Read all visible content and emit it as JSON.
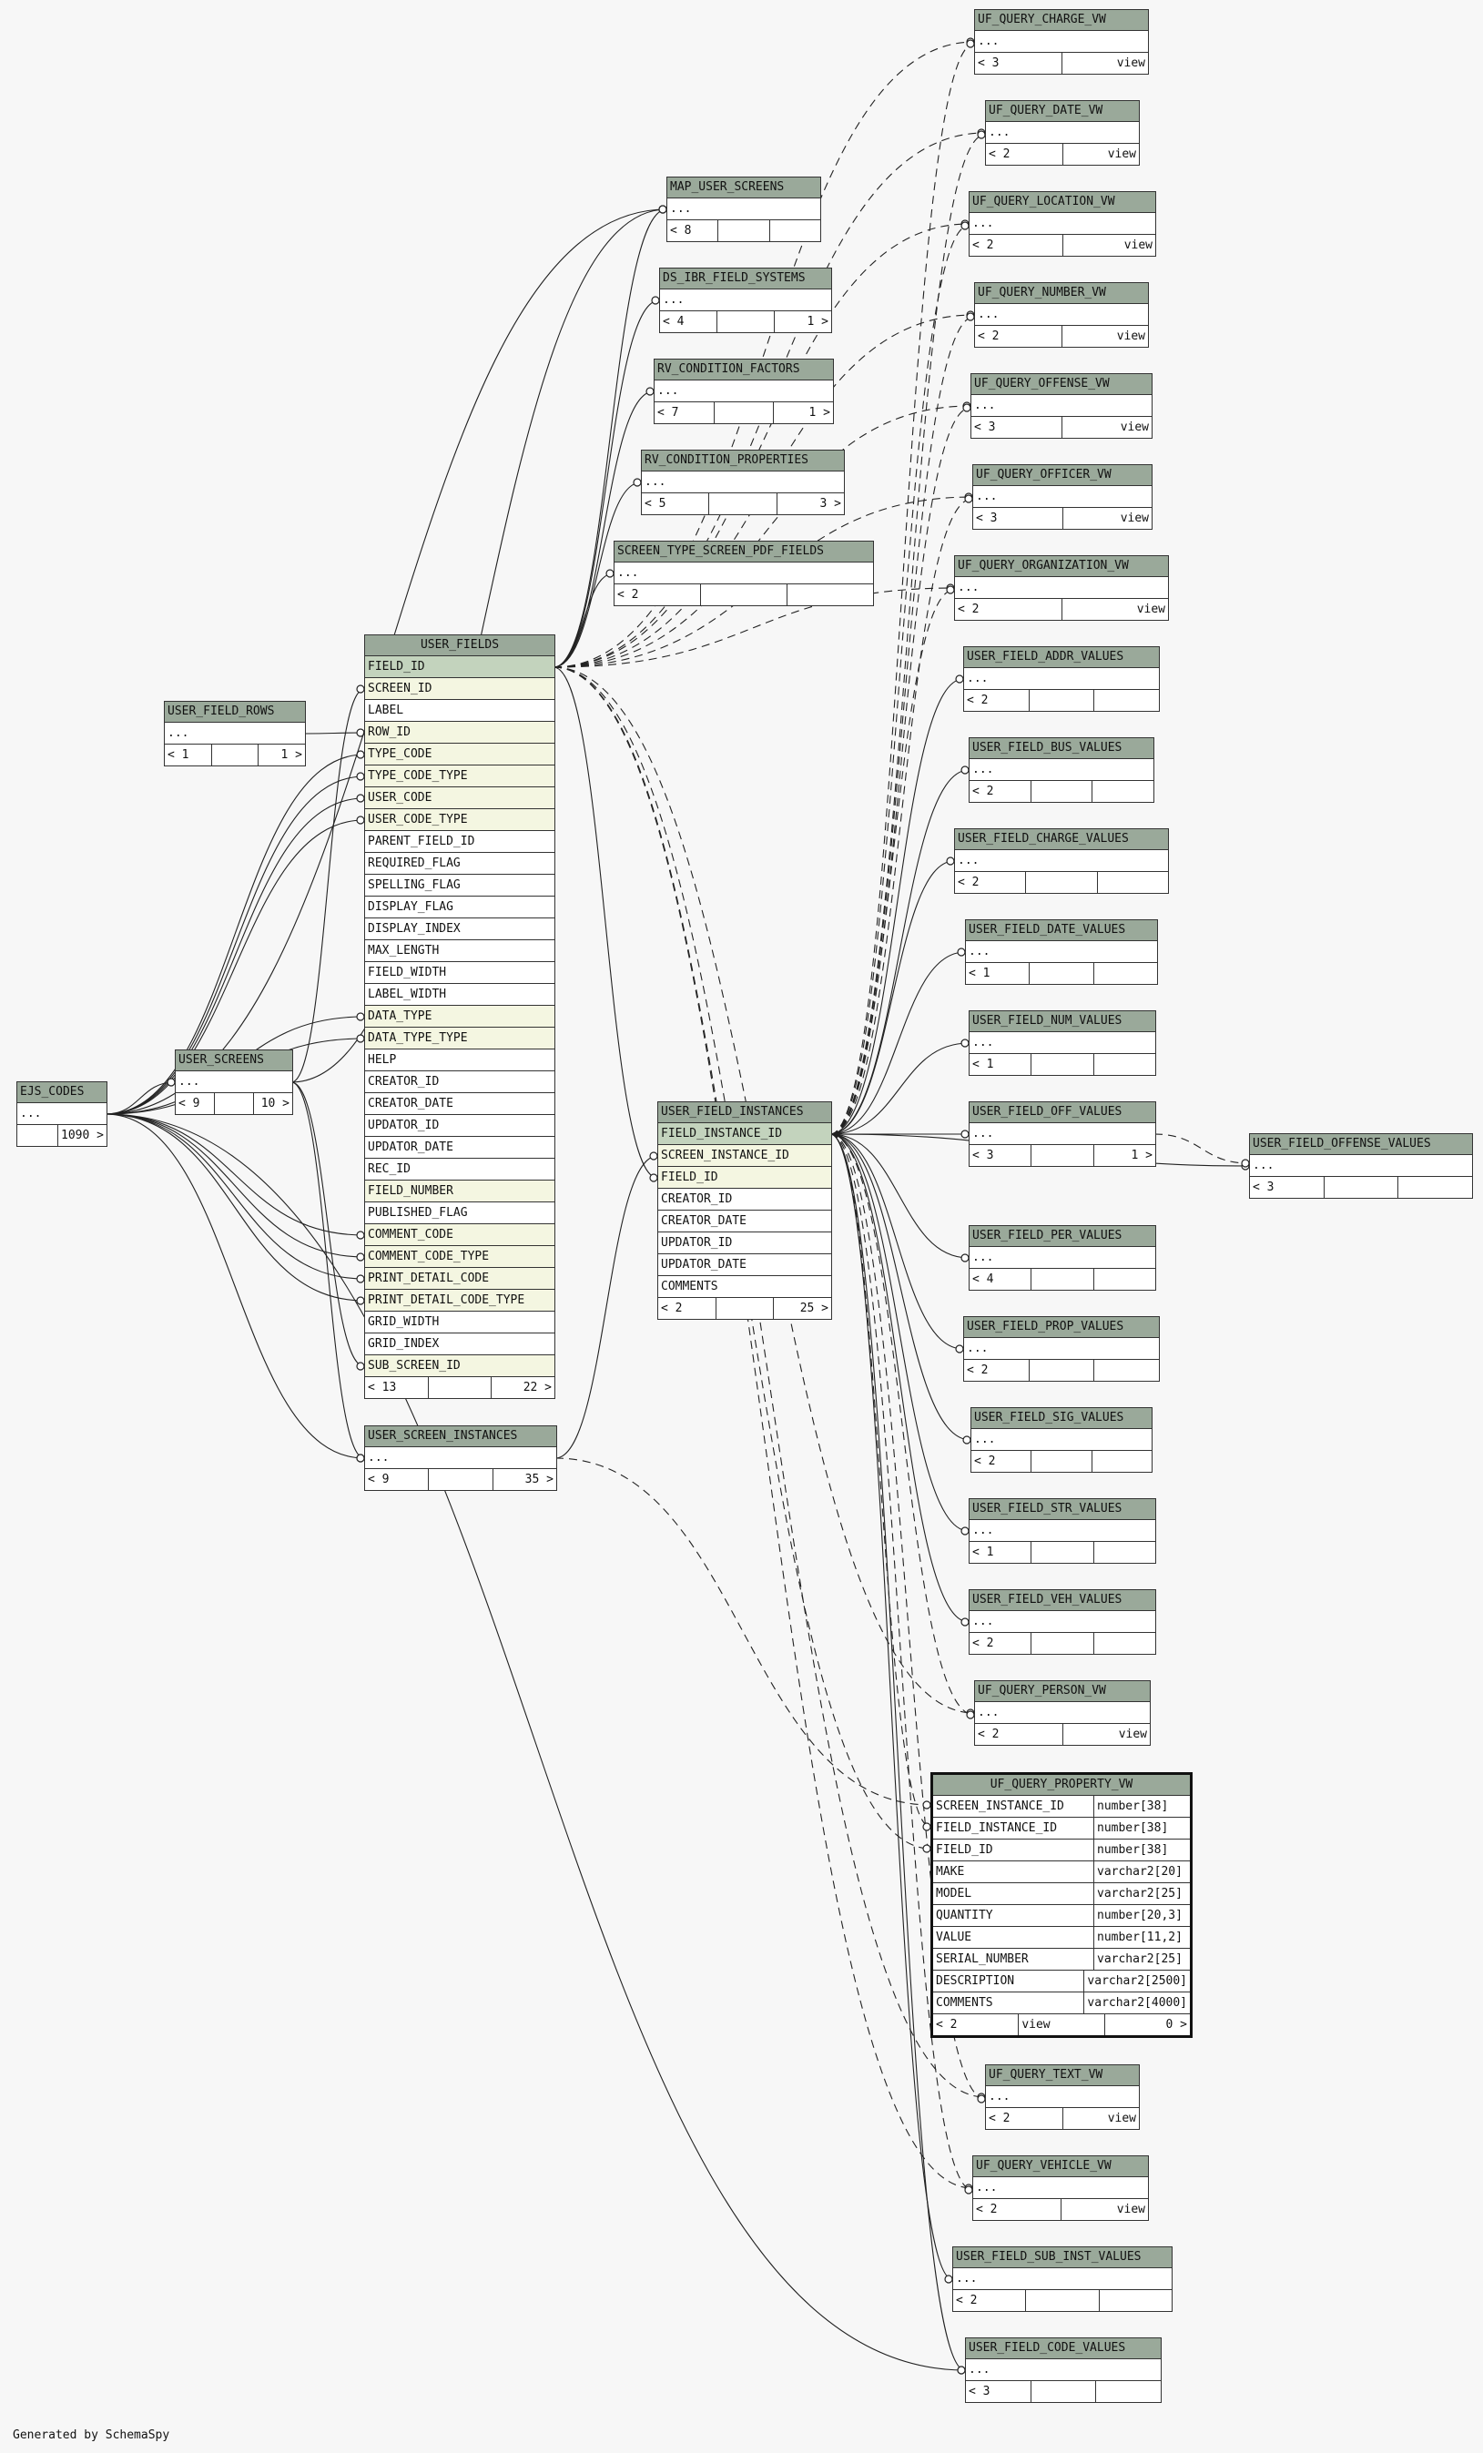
{
  "footer": "Generated by SchemaSpy",
  "tables": {
    "uf_query_charge_vw": {
      "name": "UF_QUERY_CHARGE_VW",
      "cols": [
        "..."
      ],
      "foot": [
        "< 3",
        "view"
      ]
    },
    "uf_query_date_vw": {
      "name": "UF_QUERY_DATE_VW",
      "cols": [
        "..."
      ],
      "foot": [
        "< 2",
        "view"
      ]
    },
    "uf_query_location_vw": {
      "name": "UF_QUERY_LOCATION_VW",
      "cols": [
        "..."
      ],
      "foot": [
        "< 2",
        "view"
      ]
    },
    "uf_query_number_vw": {
      "name": "UF_QUERY_NUMBER_VW",
      "cols": [
        "..."
      ],
      "foot": [
        "< 2",
        "view"
      ]
    },
    "uf_query_offense_vw": {
      "name": "UF_QUERY_OFFENSE_VW",
      "cols": [
        "..."
      ],
      "foot": [
        "< 3",
        "view"
      ]
    },
    "uf_query_officer_vw": {
      "name": "UF_QUERY_OFFICER_VW",
      "cols": [
        "..."
      ],
      "foot": [
        "< 3",
        "view"
      ]
    },
    "uf_query_organization_vw": {
      "name": "UF_QUERY_ORGANIZATION_VW",
      "cols": [
        "..."
      ],
      "foot": [
        "< 2",
        "view"
      ]
    },
    "user_field_addr_values": {
      "name": "USER_FIELD_ADDR_VALUES",
      "cols": [
        "..."
      ],
      "foot": [
        "< 2",
        "",
        ""
      ]
    },
    "user_field_bus_values": {
      "name": "USER_FIELD_BUS_VALUES",
      "cols": [
        "..."
      ],
      "foot": [
        "< 2",
        "",
        ""
      ]
    },
    "user_field_charge_values": {
      "name": "USER_FIELD_CHARGE_VALUES",
      "cols": [
        "..."
      ],
      "foot": [
        "< 2",
        "",
        ""
      ]
    },
    "user_field_date_values": {
      "name": "USER_FIELD_DATE_VALUES",
      "cols": [
        "..."
      ],
      "foot": [
        "< 1",
        "",
        ""
      ]
    },
    "user_field_num_values": {
      "name": "USER_FIELD_NUM_VALUES",
      "cols": [
        "..."
      ],
      "foot": [
        "< 1",
        "",
        ""
      ]
    },
    "user_field_off_values": {
      "name": "USER_FIELD_OFF_VALUES",
      "cols": [
        "..."
      ],
      "foot": [
        "< 3",
        "",
        "1 >"
      ]
    },
    "user_field_offense_values": {
      "name": "USER_FIELD_OFFENSE_VALUES",
      "cols": [
        "..."
      ],
      "foot": [
        "< 3",
        "",
        ""
      ]
    },
    "user_field_per_values": {
      "name": "USER_FIELD_PER_VALUES",
      "cols": [
        "..."
      ],
      "foot": [
        "< 4",
        "",
        ""
      ]
    },
    "user_field_prop_values": {
      "name": "USER_FIELD_PROP_VALUES",
      "cols": [
        "..."
      ],
      "foot": [
        "< 2",
        "",
        ""
      ]
    },
    "user_field_sig_values": {
      "name": "USER_FIELD_SIG_VALUES",
      "cols": [
        "..."
      ],
      "foot": [
        "< 2",
        "",
        ""
      ]
    },
    "user_field_str_values": {
      "name": "USER_FIELD_STR_VALUES",
      "cols": [
        "..."
      ],
      "foot": [
        "< 1",
        "",
        ""
      ]
    },
    "user_field_veh_values": {
      "name": "USER_FIELD_VEH_VALUES",
      "cols": [
        "..."
      ],
      "foot": [
        "< 2",
        "",
        ""
      ]
    },
    "uf_query_person_vw": {
      "name": "UF_QUERY_PERSON_VW",
      "cols": [
        "..."
      ],
      "foot": [
        "< 2",
        "view"
      ]
    },
    "uf_query_text_vw": {
      "name": "UF_QUERY_TEXT_VW",
      "cols": [
        "..."
      ],
      "foot": [
        "< 2",
        "view"
      ]
    },
    "uf_query_vehicle_vw": {
      "name": "UF_QUERY_VEHICLE_VW",
      "cols": [
        "..."
      ],
      "foot": [
        "< 2",
        "view"
      ]
    },
    "user_field_sub_inst_values": {
      "name": "USER_FIELD_SUB_INST_VALUES",
      "cols": [
        "..."
      ],
      "foot": [
        "< 2",
        "",
        ""
      ]
    },
    "user_field_code_values": {
      "name": "USER_FIELD_CODE_VALUES",
      "cols": [
        "..."
      ],
      "foot": [
        "< 3",
        "",
        ""
      ]
    },
    "map_user_screens": {
      "name": "MAP_USER_SCREENS",
      "cols": [
        "..."
      ],
      "foot": [
        "< 8",
        "",
        ""
      ]
    },
    "ds_ibr_field_systems": {
      "name": "DS_IBR_FIELD_SYSTEMS",
      "cols": [
        "..."
      ],
      "foot": [
        "< 4",
        "",
        "1 >"
      ]
    },
    "rv_condition_factors": {
      "name": "RV_CONDITION_FACTORS",
      "cols": [
        "..."
      ],
      "foot": [
        "< 7",
        "",
        "1 >"
      ]
    },
    "rv_condition_properties": {
      "name": "RV_CONDITION_PROPERTIES",
      "cols": [
        "..."
      ],
      "foot": [
        "< 5",
        "",
        "3 >"
      ]
    },
    "screen_type_screen_pdf_fields": {
      "name": "SCREEN_TYPE_SCREEN_PDF_FIELDS",
      "cols": [
        "..."
      ],
      "foot": [
        "< 2",
        "",
        ""
      ]
    },
    "user_field_rows": {
      "name": "USER_FIELD_ROWS",
      "cols": [
        "..."
      ],
      "foot": [
        "< 1",
        "",
        "1 >"
      ]
    },
    "user_screens": {
      "name": "USER_SCREENS",
      "cols": [
        "..."
      ],
      "foot": [
        "< 9",
        "",
        "10 >"
      ]
    },
    "ejs_codes": {
      "name": "EJS_CODES",
      "cols": [
        "..."
      ],
      "foot": [
        "",
        "1090 >"
      ]
    },
    "user_screen_instances": {
      "name": "USER_SCREEN_INSTANCES",
      "cols": [
        "..."
      ],
      "foot": [
        "< 9",
        "",
        "35 >"
      ]
    },
    "user_fields": {
      "name": "USER_FIELDS",
      "cols": [
        "FIELD_ID",
        "SCREEN_ID",
        "LABEL",
        "ROW_ID",
        "TYPE_CODE",
        "TYPE_CODE_TYPE",
        "USER_CODE",
        "USER_CODE_TYPE",
        "PARENT_FIELD_ID",
        "REQUIRED_FLAG",
        "SPELLING_FLAG",
        "DISPLAY_FLAG",
        "DISPLAY_INDEX",
        "MAX_LENGTH",
        "FIELD_WIDTH",
        "LABEL_WIDTH",
        "DATA_TYPE",
        "DATA_TYPE_TYPE",
        "HELP",
        "CREATOR_ID",
        "CREATOR_DATE",
        "UPDATOR_ID",
        "UPDATOR_DATE",
        "REC_ID",
        "FIELD_NUMBER",
        "PUBLISHED_FLAG",
        "COMMENT_CODE",
        "COMMENT_CODE_TYPE",
        "PRINT_DETAIL_CODE",
        "PRINT_DETAIL_CODE_TYPE",
        "GRID_WIDTH",
        "GRID_INDEX",
        "SUB_SCREEN_ID"
      ],
      "foot": [
        "< 13",
        "",
        "22 >"
      ]
    },
    "user_field_instances": {
      "name": "USER_FIELD_INSTANCES",
      "cols": [
        "FIELD_INSTANCE_ID",
        "SCREEN_INSTANCE_ID",
        "FIELD_ID",
        "CREATOR_ID",
        "CREATOR_DATE",
        "UPDATOR_ID",
        "UPDATOR_DATE",
        "COMMENTS"
      ],
      "foot": [
        "< 2",
        "",
        "25 >"
      ]
    },
    "uf_query_property_vw": {
      "name": "UF_QUERY_PROPERTY_VW",
      "cols": [
        "SCREEN_INSTANCE_ID",
        "FIELD_INSTANCE_ID",
        "FIELD_ID",
        "MAKE",
        "MODEL",
        "QUANTITY",
        "VALUE",
        "SERIAL_NUMBER",
        "DESCRIPTION",
        "COMMENTS"
      ],
      "types": [
        "number[38]",
        "number[38]",
        "number[38]",
        "varchar2[20]",
        "varchar2[25]",
        "number[20,3]",
        "number[11,2]",
        "varchar2[25]",
        "varchar2[2500]",
        "varchar2[4000]"
      ],
      "foot": [
        "< 2",
        "view",
        "0 >"
      ]
    }
  }
}
